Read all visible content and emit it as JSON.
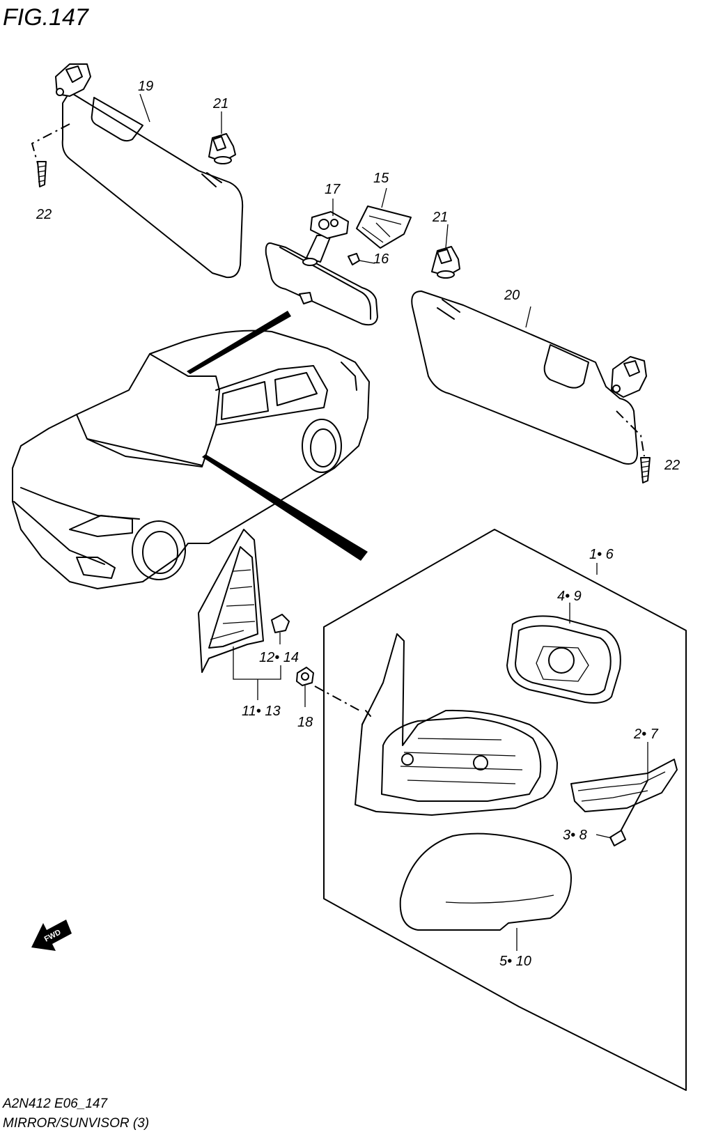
{
  "figure": {
    "title": "FIG.147",
    "code": "A2N412 E06_147",
    "name": "MIRROR/SUNVISOR (3)"
  },
  "fwd_label": "FWD",
  "callouts": [
    {
      "id": "19",
      "text": "19"
    },
    {
      "id": "21a",
      "text": "21"
    },
    {
      "id": "22a",
      "text": "22"
    },
    {
      "id": "17",
      "text": "17"
    },
    {
      "id": "15",
      "text": "15"
    },
    {
      "id": "16",
      "text": "16"
    },
    {
      "id": "21b",
      "text": "21"
    },
    {
      "id": "20",
      "text": "20"
    },
    {
      "id": "22b",
      "text": "22"
    },
    {
      "id": "1-6",
      "text": "1• 6"
    },
    {
      "id": "4-9",
      "text": "4• 9"
    },
    {
      "id": "12-14",
      "text": "12• 14"
    },
    {
      "id": "11-13",
      "text": "11• 13"
    },
    {
      "id": "18",
      "text": "18"
    },
    {
      "id": "2-7",
      "text": "2• 7"
    },
    {
      "id": "3-8",
      "text": "3• 8"
    },
    {
      "id": "5-10",
      "text": "5• 10"
    }
  ]
}
